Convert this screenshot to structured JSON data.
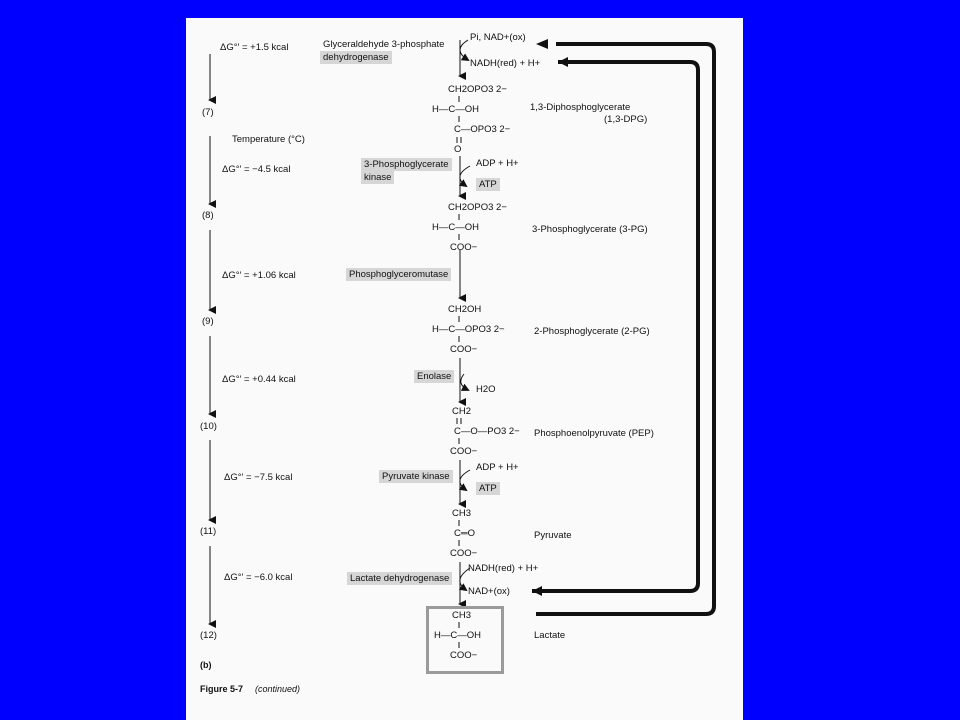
{
  "steps": [
    "(7)",
    "(8)",
    "(9)",
    "(10)",
    "(11)",
    "(12)"
  ],
  "delta_g": {
    "s7": "ΔG°′ = +1.5 kcal",
    "s8": "ΔG°′ = −4.5 kcal",
    "s9": "ΔG°′ = +1.06 kcal",
    "s10": "ΔG°′ = +0.44 kcal",
    "s11": "ΔG°′ = −7.5 kcal",
    "s12": "ΔG°′ = −6.0 kcal"
  },
  "temperature_label": "Temperature (°C)",
  "enzymes": {
    "gapdh_line1": "Glyceraldehyde 3-phosphate",
    "gapdh_line2": "dehydrogenase",
    "pgk_line1": "3-Phosphoglycerate",
    "pgk_line2": "kinase",
    "pgm": "Phosphoglyceromutase",
    "enolase": "Enolase",
    "pk": "Pyruvate kinase",
    "ldh": "Lactate dehydrogenase"
  },
  "cofactors": {
    "pi_nad": "Pi, NAD+(ox)",
    "nadh_h": "NADH(red) + H+",
    "adp_h_1": "ADP + H+",
    "atp_1": "ATP",
    "h2o": "H2O",
    "adp_h_2": "ADP + H+",
    "atp_2": "ATP",
    "nadh_h_2": "NADH(red) + H+",
    "nad_ox": "NAD+(ox)"
  },
  "compounds": {
    "dpg_line1": "1,3-Diphosphoglycerate",
    "dpg_line2": "(1,3-DPG)",
    "pg3": "3-Phosphoglycerate (3-PG)",
    "pg2": "2-Phosphoglycerate (2-PG)",
    "pep": "Phosphoenolpyruvate (PEP)",
    "pyruvate": "Pyruvate",
    "lactate": "Lactate"
  },
  "structures": {
    "dpg": [
      "CH2OPO3 2−",
      "H—C—OH",
      "C—OPO3 2−",
      "O"
    ],
    "pg3": [
      "CH2OPO3 2−",
      "H—C—OH",
      "COO−"
    ],
    "pg2": [
      "CH2OH",
      "H—C—OPO3 2−",
      "COO−"
    ],
    "pep": [
      "CH2",
      "C—O—PO3 2−",
      "COO−"
    ],
    "pyr": [
      "CH3",
      "C═O",
      "COO−"
    ],
    "lac": [
      "CH3",
      "H—C—OH",
      "COO−"
    ]
  },
  "caption": {
    "panel": "(b)",
    "figure": "Figure 5-7",
    "note": "(continued)"
  },
  "colors": {
    "background": "#0000ff",
    "page": "#fafafa",
    "enzyme_box": "#d6d6d6"
  }
}
